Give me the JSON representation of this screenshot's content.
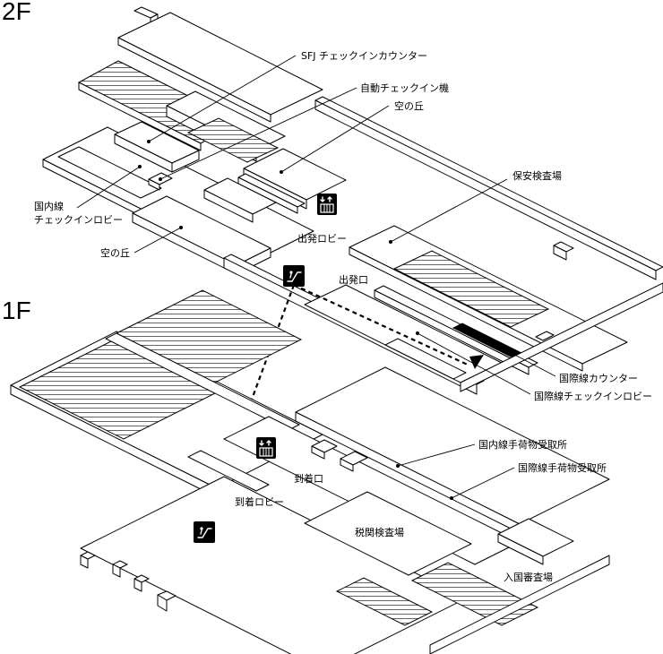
{
  "floors": {
    "upper": "2F",
    "lower": "1F"
  },
  "labels_2f": {
    "sfj_counter": "SFJ チェックインカウンター",
    "auto_checkin": "自動チェックイン機",
    "sora_no_oka_top": "空の丘",
    "domestic_lobby": [
      "国内線",
      "チェックインロビー"
    ],
    "sora_no_oka_bottom": "空の丘",
    "security": "保安検査場",
    "departure_lobby": "出発ロビー",
    "departure_gate": "出発口",
    "intl_counter": "国際線カウンター",
    "intl_lobby": "国際線チェックインロビー"
  },
  "labels_1f": {
    "domestic_baggage": "国内線手荷物受取所",
    "intl_baggage": "国際線手荷物受取所",
    "arrival_gate": "到着口",
    "arrival_lobby": "到着ロビー",
    "customs": "税関検査場",
    "immigration": "入国審査場"
  },
  "icons": {
    "escalator": "escalator-icon",
    "elevator": "elevator-icon"
  },
  "colors": {
    "line": "#000000",
    "background": "#ffffff",
    "intl_counter": "#000000"
  }
}
